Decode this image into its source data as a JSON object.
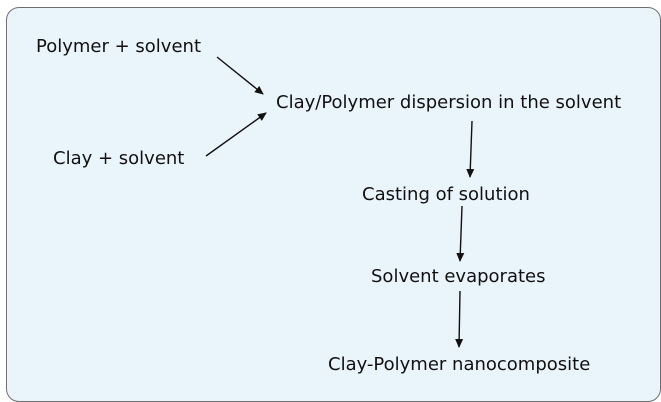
{
  "diagram": {
    "nodes": {
      "polymer_solvent": "Polymer + solvent",
      "clay_solvent": "Clay + solvent",
      "dispersion": "Clay/Polymer dispersion in the solvent",
      "casting": "Casting of solution",
      "evaporation": "Solvent evaporates",
      "nanocomposite": "Clay-Polymer nanocomposite"
    },
    "edges": [
      {
        "from": "polymer_solvent",
        "to": "dispersion"
      },
      {
        "from": "clay_solvent",
        "to": "dispersion"
      },
      {
        "from": "dispersion",
        "to": "casting"
      },
      {
        "from": "casting",
        "to": "evaporation"
      },
      {
        "from": "evaporation",
        "to": "nanocomposite"
      }
    ]
  },
  "colors": {
    "background": "#eaf4fb",
    "border": "#6f6f6f",
    "text": "#111111",
    "arrow": "#111111"
  }
}
